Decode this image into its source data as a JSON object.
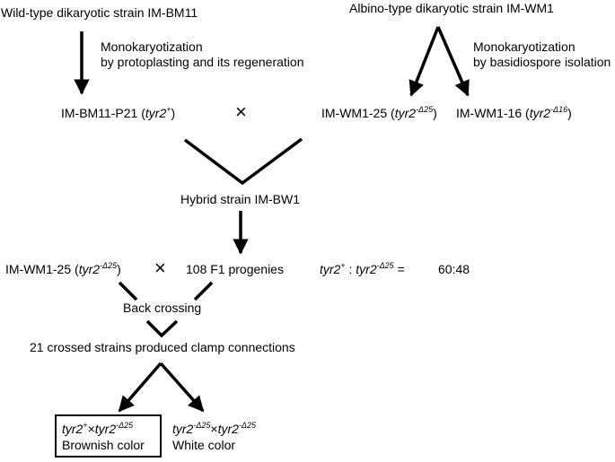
{
  "diagram": {
    "wild_type_strain": "Wild-type dikaryotic strain IM-BM11",
    "albino_strain": "Albino-type dikaryotic strain IM-WM1",
    "mono_method_left_line1": "Monokaryotization",
    "mono_method_left_line2": "by protoplasting and its regeneration",
    "mono_method_right_line1": "Monokaryotization",
    "mono_method_right_line2": "by basidiospore isolation",
    "p21_name": "IM-BM11-P21",
    "p21_gene": "tyr2",
    "p21_allele": "+",
    "cross_symbol": "×",
    "wm125_name": "IM-WM1-25",
    "wm125_gene": "tyr2",
    "wm125_allele": "-Δ25",
    "wm116_name": "IM-WM1-16",
    "wm116_gene": "tyr2",
    "wm116_allele": "-Δ16",
    "hybrid_strain": "Hybrid strain IM-BW1",
    "backcross_parent_name": "IM-WM1-25",
    "backcross_parent_gene": "tyr2",
    "backcross_parent_allele": "-Δ25",
    "progenies": "108 F1 progenies",
    "ratio_gene_a": "tyr2",
    "ratio_allele_a": "+",
    "ratio_sep": " : ",
    "ratio_gene_b": "tyr2",
    "ratio_allele_b": "-Δ25",
    "ratio_eq": " =",
    "ratio_value": "60:48",
    "back_crossing": "Back crossing",
    "crossed_strains": "21 crossed strains produced clamp connections",
    "result1_gene_a": "tyr2",
    "result1_allele_a": "+",
    "result1_times": "×",
    "result1_gene_b": "tyr2",
    "result1_allele_b": "-Δ25",
    "result1_color": "Brownish color",
    "result2_gene_a": "tyr2",
    "result2_allele_a": "-Δ25",
    "result2_times": "×",
    "result2_gene_b": "tyr2",
    "result2_allele_b": "-Δ25",
    "result2_color": "White color"
  }
}
